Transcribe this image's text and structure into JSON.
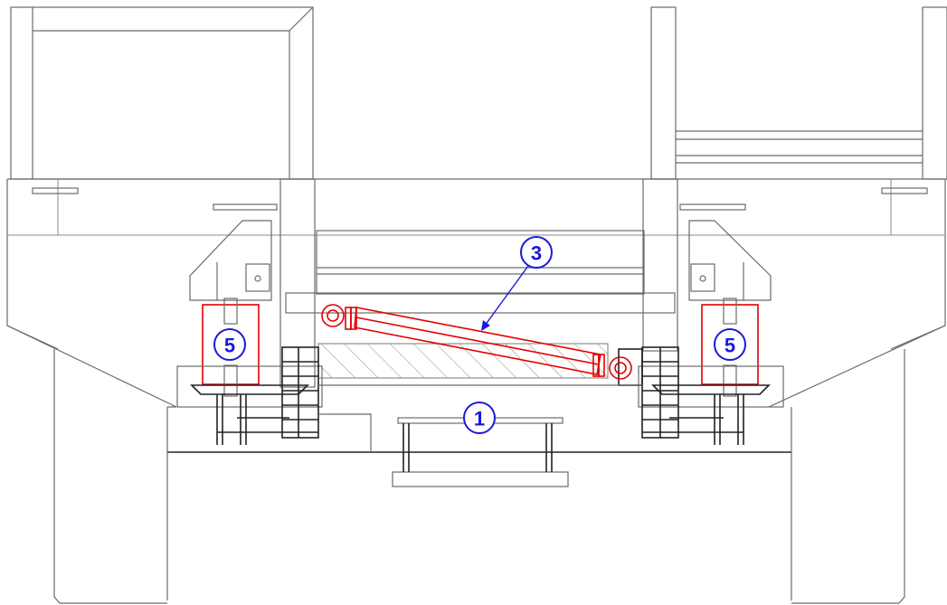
{
  "colors": {
    "outline": "#6b6b6b",
    "cylinder": "#e30000",
    "callout": "#1a1ad6"
  },
  "callouts": {
    "left_support": "5",
    "right_support": "5",
    "cylinder": "3",
    "base_frame": "1"
  }
}
